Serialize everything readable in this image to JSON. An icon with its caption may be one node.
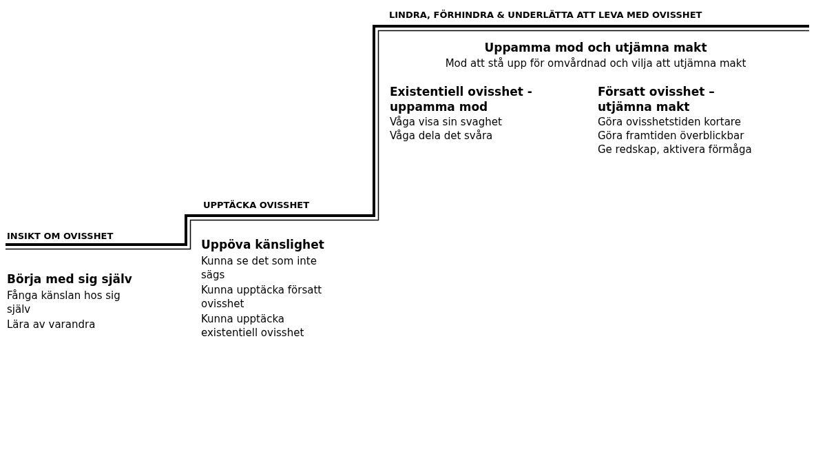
{
  "diagram": {
    "labels": [
      "LINDRA, FÖRHINDRA & UNDERLÄTTA ATT LEVA MED OVISSHET",
      "Uppamma mod och utjämna makt",
      "Mod att stå upp för omvårdnad och vilja att utjämna makt",
      "Existentiell ovisshet - uppamma mod",
      "Våga visa sin svaghet",
      "Våga dela det svåra",
      "Försatt ovisshet – utjämna makt",
      "Göra ovisshetstiden kortare",
      "Göra framtiden överblickbar",
      "Ge redskap, aktivera förmåga",
      "UPPTÄCKA OVISSHET",
      "Uppöva känslighet",
      "Kunna se det som inte sägs",
      "Kunna upptäcka försatt ovisshet",
      "Kunna upptäcka existentiell ovisshet",
      "INSIKT OM OVISSHET",
      "Börja med sig själv",
      "Fånga känslan hos sig själv",
      "Lära av varandra"
    ]
  }
}
